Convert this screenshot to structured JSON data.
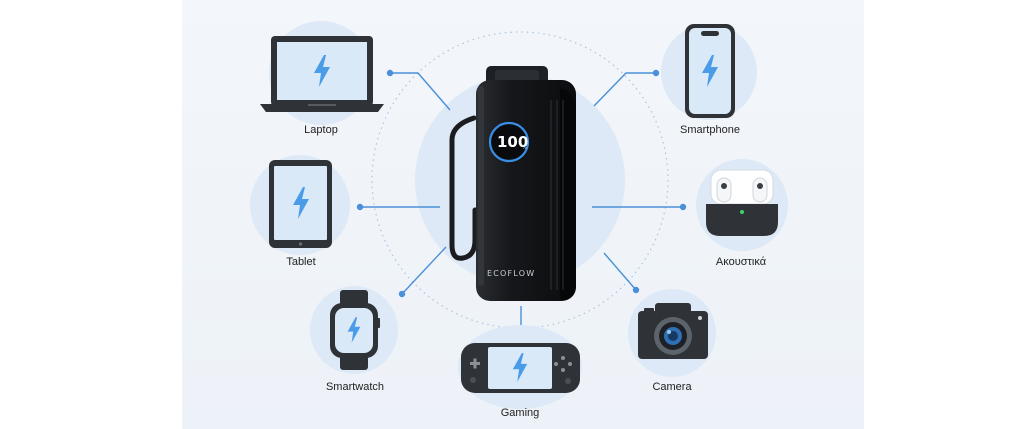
{
  "colors": {
    "accent": "#4a90d9",
    "circle": "#dde9f6",
    "bolt": "#4a9be8",
    "screen": "#d9e9f8",
    "device": "#2f3338",
    "powerbank": "#101214"
  },
  "powerbank": {
    "display_value": "100",
    "display_unit": "%",
    "brand": "ECOFLOW"
  },
  "devices": [
    {
      "key": "laptop",
      "label": "Laptop",
      "icon": "laptop-icon"
    },
    {
      "key": "tablet",
      "label": "Tablet",
      "icon": "tablet-icon"
    },
    {
      "key": "smartwatch",
      "label": "Smartwatch",
      "icon": "smartwatch-icon"
    },
    {
      "key": "gaming",
      "label": "Gaming",
      "icon": "gaming-console-icon"
    },
    {
      "key": "smartphone",
      "label": "Smartphone",
      "icon": "smartphone-icon"
    },
    {
      "key": "earbuds",
      "label": "Ακουστικά",
      "icon": "earbuds-case-icon"
    },
    {
      "key": "camera",
      "label": "Camera",
      "icon": "camera-icon"
    }
  ]
}
